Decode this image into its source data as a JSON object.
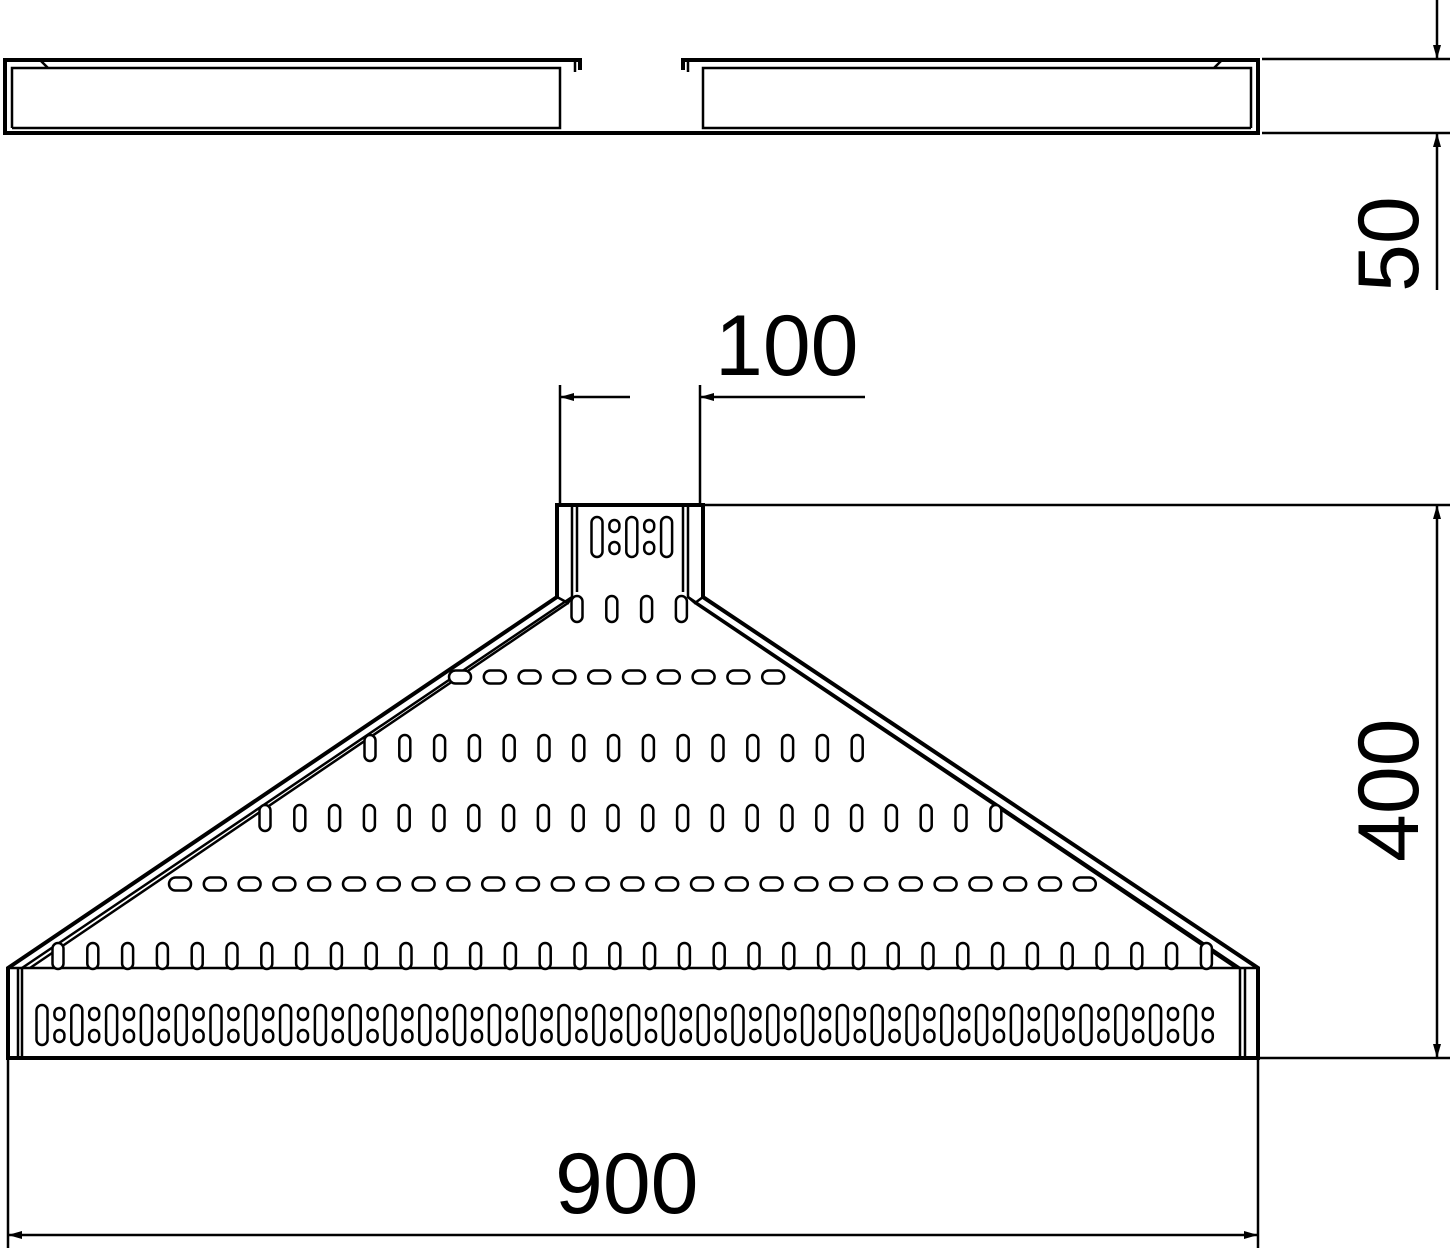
{
  "dimensions": {
    "height_side": "50",
    "width_top": "100",
    "depth": "400",
    "width_bottom": "900"
  },
  "colors": {
    "line": "#000000",
    "background": "#ffffff"
  }
}
